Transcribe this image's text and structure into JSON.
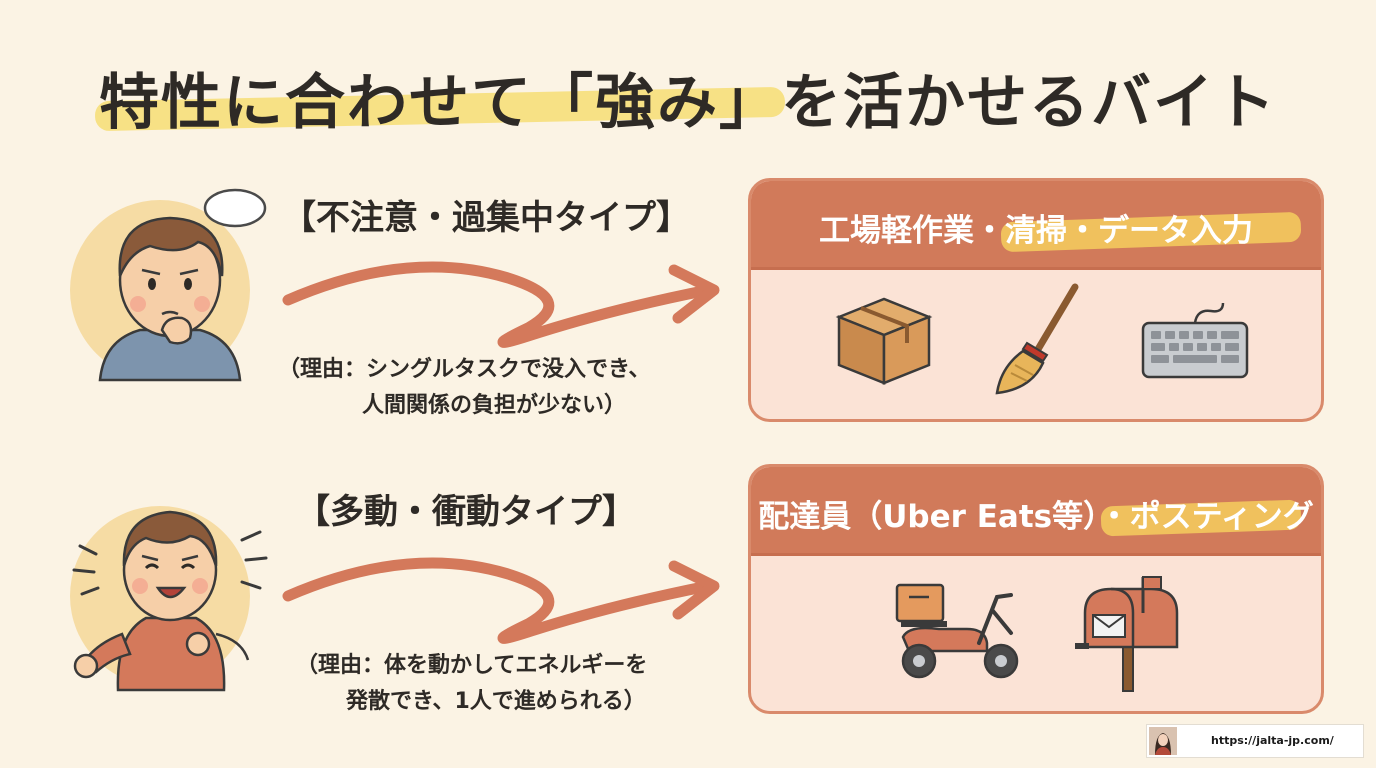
{
  "title": "特性に合わせて「強み」を活かせるバイト",
  "sections": [
    {
      "type_label": "【不注意・過集中タイプ】",
      "reason_lines": [
        "（理由：シングルタスクで没入でき、",
        "人間関係の負担が少ない）"
      ],
      "job_title": "工場軽作業・清掃・データ入力",
      "icons": [
        "cardboard-box-icon",
        "broom-icon",
        "keyboard-icon"
      ]
    },
    {
      "type_label": "【多動・衝動タイプ】",
      "reason_lines": [
        "（理由：体を動かしてエネルギーを",
        "発散でき、1人で進められる）"
      ],
      "job_title": "配達員（Uber Eats等）・ポスティング",
      "icons": [
        "delivery-scooter-icon",
        "mailbox-icon"
      ]
    }
  ],
  "footer": {
    "url": "https://jalta-jp.com/"
  },
  "colors": {
    "background": "#fbf3e4",
    "highlight": "#f6df7a",
    "card_header": "#d17a5a",
    "card_body": "#fbe3d6",
    "arrow": "#d4795b"
  }
}
